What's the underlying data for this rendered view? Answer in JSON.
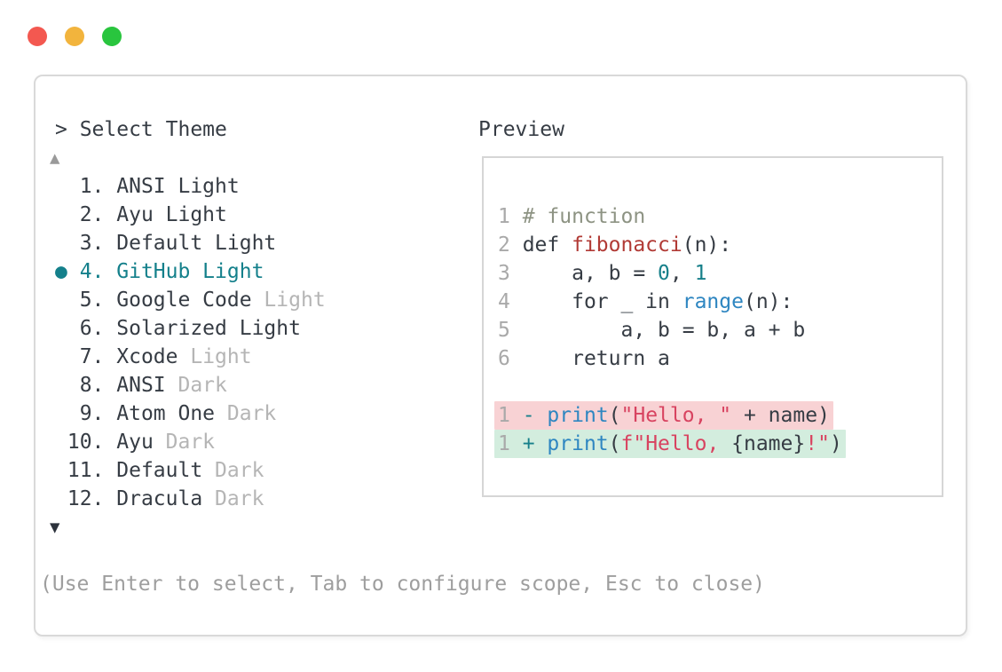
{
  "window": {
    "traffic_lights": [
      {
        "name": "close",
        "color": "#F35850"
      },
      {
        "name": "minimize",
        "color": "#F2B43D"
      },
      {
        "name": "zoom",
        "color": "#29C53E"
      }
    ]
  },
  "picker": {
    "prompt": "> Select Theme",
    "scroll_up_indicator": "▲",
    "scroll_down_indicator": "▼",
    "selected_marker": "●",
    "items": [
      {
        "number": 1,
        "name": "ANSI Light",
        "variant": "",
        "selected": false
      },
      {
        "number": 2,
        "name": "Ayu Light",
        "variant": "",
        "selected": false
      },
      {
        "number": 3,
        "name": "Default Light",
        "variant": "",
        "selected": false
      },
      {
        "number": 4,
        "name": "GitHub Light",
        "variant": "",
        "selected": true
      },
      {
        "number": 5,
        "name": "Google Code",
        "variant": "Light",
        "selected": false
      },
      {
        "number": 6,
        "name": "Solarized Light",
        "variant": "",
        "selected": false
      },
      {
        "number": 7,
        "name": "Xcode",
        "variant": "Light",
        "selected": false
      },
      {
        "number": 8,
        "name": "ANSI",
        "variant": "Dark",
        "selected": false
      },
      {
        "number": 9,
        "name": "Atom One",
        "variant": "Dark",
        "selected": false
      },
      {
        "number": 10,
        "name": "Ayu",
        "variant": "Dark",
        "selected": false
      },
      {
        "number": 11,
        "name": "Default",
        "variant": "Dark",
        "selected": false
      },
      {
        "number": 12,
        "name": "Dracula",
        "variant": "Dark",
        "selected": false
      }
    ],
    "help_text": "(Use Enter to select, Tab to configure scope, Esc to close)"
  },
  "preview": {
    "label": "Preview",
    "code_lines": [
      {
        "bg": null,
        "tokens": [
          {
            "t": "1 ",
            "c": "lineno"
          },
          {
            "t": "# function",
            "c": "comment"
          }
        ]
      },
      {
        "bg": null,
        "tokens": [
          {
            "t": "2 ",
            "c": "lineno"
          },
          {
            "t": "def ",
            "c": "fg"
          },
          {
            "t": "fibonacci",
            "c": "func"
          },
          {
            "t": "(n):",
            "c": "fg"
          }
        ]
      },
      {
        "bg": null,
        "tokens": [
          {
            "t": "3 ",
            "c": "lineno"
          },
          {
            "t": "    a, b = ",
            "c": "fg"
          },
          {
            "t": "0",
            "c": "num"
          },
          {
            "t": ", ",
            "c": "fg"
          },
          {
            "t": "1",
            "c": "num"
          }
        ]
      },
      {
        "bg": null,
        "tokens": [
          {
            "t": "4 ",
            "c": "lineno"
          },
          {
            "t": "    for _ in ",
            "c": "fg"
          },
          {
            "t": "range",
            "c": "call"
          },
          {
            "t": "(n):",
            "c": "fg"
          }
        ]
      },
      {
        "bg": null,
        "tokens": [
          {
            "t": "5 ",
            "c": "lineno"
          },
          {
            "t": "        a, b = b, a + b",
            "c": "fg"
          }
        ]
      },
      {
        "bg": null,
        "tokens": [
          {
            "t": "6 ",
            "c": "lineno"
          },
          {
            "t": "    return a",
            "c": "fg"
          }
        ]
      },
      {
        "bg": null,
        "tokens": []
      },
      {
        "bg": "removed",
        "tokens": [
          {
            "t": "1 ",
            "c": "lineno"
          },
          {
            "t": "- ",
            "c": "marker"
          },
          {
            "t": "print",
            "c": "call"
          },
          {
            "t": "(",
            "c": "fg"
          },
          {
            "t": "\"Hello, \"",
            "c": "string"
          },
          {
            "t": " + name)",
            "c": "fg"
          }
        ]
      },
      {
        "bg": "added",
        "tokens": [
          {
            "t": "1 ",
            "c": "lineno"
          },
          {
            "t": "+ ",
            "c": "marker"
          },
          {
            "t": "print",
            "c": "call"
          },
          {
            "t": "(",
            "c": "fg"
          },
          {
            "t": "f\"Hello, ",
            "c": "string"
          },
          {
            "t": "{name}",
            "c": "fg"
          },
          {
            "t": "!\"",
            "c": "string"
          },
          {
            "t": ")",
            "c": "fg"
          }
        ]
      }
    ]
  },
  "colors": {
    "fg": "#363c44",
    "muted": "#b5b5b5",
    "lineno": "#a9a9a9",
    "comment": "#8d9383",
    "func": "#b13a35",
    "num": "#17808a",
    "call": "#2e86c1",
    "marker": "#17808a",
    "string": "#d84360",
    "selected": "#14808b",
    "help": "#9e9e9e",
    "panel-border": "#d9d9d9",
    "preview-border": "#d6d6d6",
    "bg-removed": "#f8d2d4",
    "bg-added": "#d3edde",
    "arrow-up": "#9a9a9a",
    "arrow-down": "#2c323c"
  }
}
